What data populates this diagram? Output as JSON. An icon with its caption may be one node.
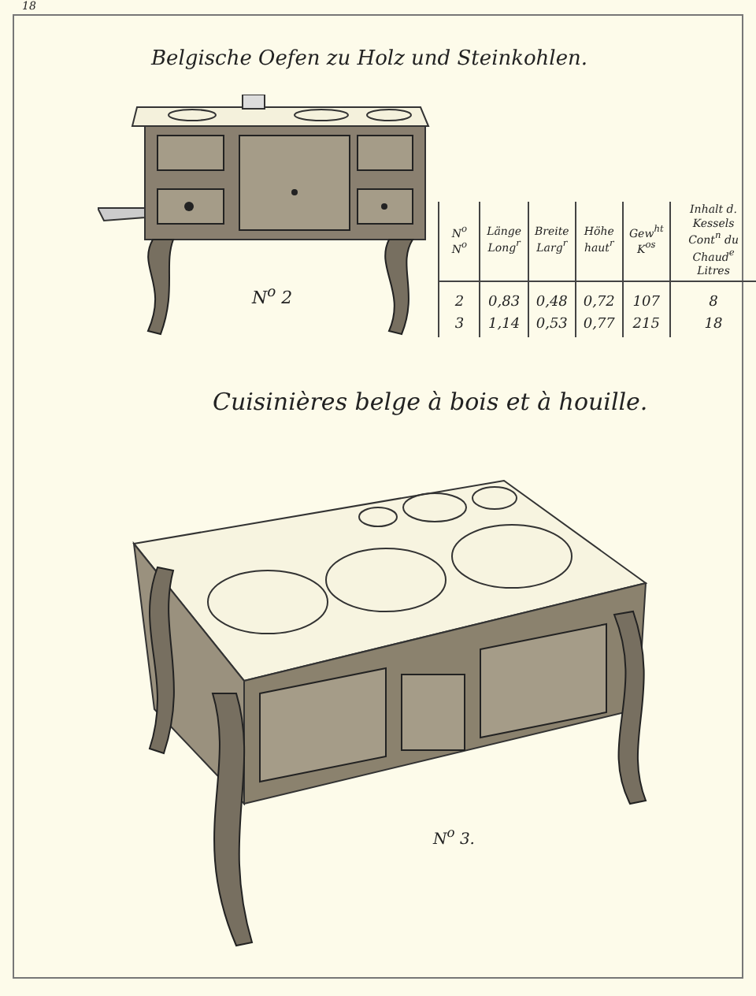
{
  "diagram": {
    "title": "Belgische Oefen zu Holz und Steinkohlen.",
    "labels": [
      "18",
      "N$^{o}$ N$^{o}$",
      "Länge Long$^{r}$",
      "Breite Larg$^{r}$",
      "Höhe haut$^{r}$",
      "Gew$^{ht}$ K$^{os}$",
      "Inhalt d. Kessels Cont$^{n}$ du Chaud$^{e}$ Litres",
      "2",
      "0,83",
      "0,48",
      "0,72",
      "107",
      "8",
      "3",
      "1,14",
      "0,53",
      "0,77",
      "215",
      "18",
      "N$^{o}$ 2",
      "Cuisinières belge à bois et à houille.",
      "N$^{o}$ 3."
    ]
  }
}
